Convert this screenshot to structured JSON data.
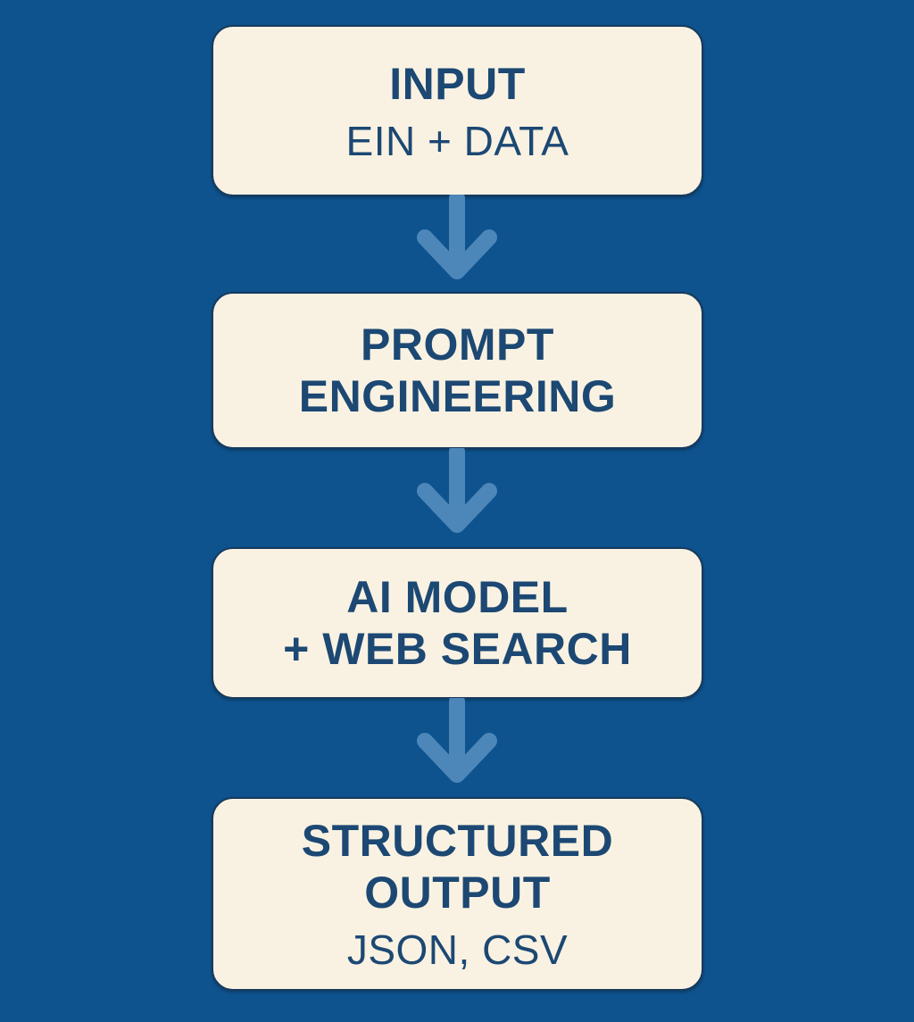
{
  "colors": {
    "background": "#0e538e",
    "box_fill": "#f9f2e2",
    "box_border": "#173a5e",
    "text": "#1c4873",
    "arrow": "#4d87ba"
  },
  "flow": {
    "steps": [
      {
        "name": "input",
        "title_lines": [
          "INPUT"
        ],
        "subtitle": "EIN + DATA"
      },
      {
        "name": "prompt-engineering",
        "title_lines": [
          "PROMPT",
          "ENGINEERING"
        ]
      },
      {
        "name": "ai-model-web-search",
        "title_lines": [
          "AI MODEL",
          "+ WEB SEARCH"
        ]
      },
      {
        "name": "structured-output",
        "title_lines": [
          "STRUCTURED",
          "OUTPUT"
        ],
        "subtitle": "JSON, CSV"
      }
    ]
  }
}
